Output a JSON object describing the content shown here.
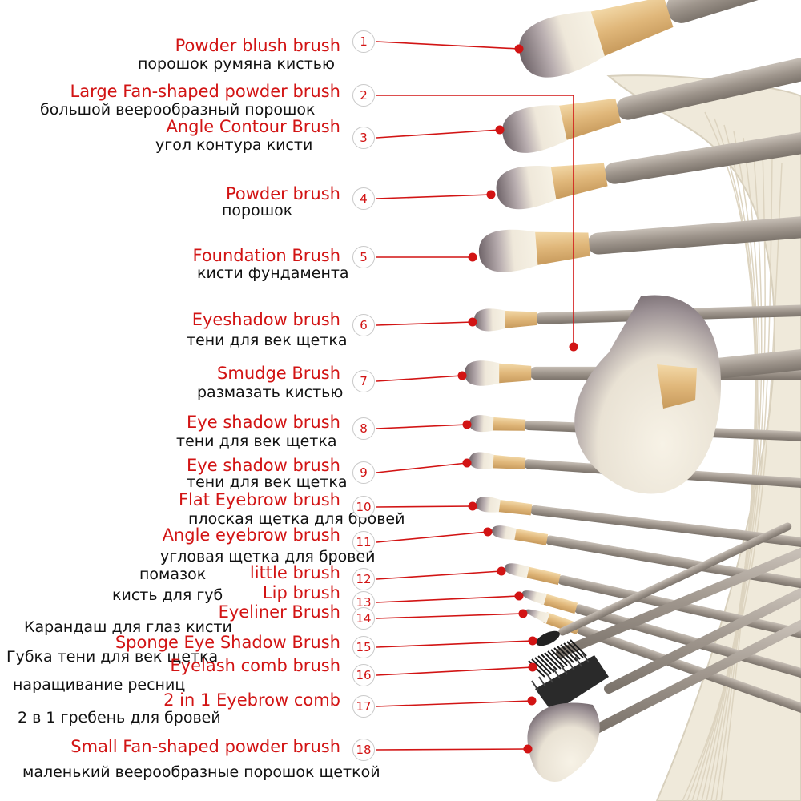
{
  "colors": {
    "label_red": "#d21414",
    "leader_line": "#d21414",
    "handle": "#9c938a",
    "ferrule": "#e6c28a",
    "bristle_tip": "#7a6f74",
    "bristle_base": "#f2ece0",
    "pouch": "#eee8d8"
  },
  "brushes": [
    {
      "number": "1",
      "english": "Powder blush brush",
      "russian": "порошок румяна кистью"
    },
    {
      "number": "2",
      "english": "Large Fan-shaped powder brush",
      "russian": "большой веерообразный порошок"
    },
    {
      "number": "3",
      "english": "Angle Contour Brush",
      "russian": "угол контура кисти"
    },
    {
      "number": "4",
      "english": "Powder brush",
      "russian": "порошок"
    },
    {
      "number": "5",
      "english": "Foundation Brush",
      "russian": "кисти фундамента"
    },
    {
      "number": "6",
      "english": "Eyeshadow brush",
      "russian": "тени для век щетка"
    },
    {
      "number": "7",
      "english": "Smudge Brush",
      "russian": "размазать кистью"
    },
    {
      "number": "8",
      "english": "Eye shadow brush",
      "russian": "тени для век щетка"
    },
    {
      "number": "9",
      "english": "Eye shadow brush",
      "russian": "тени для век щетка"
    },
    {
      "number": "10",
      "english": "Flat Eyebrow brush",
      "russian": "плоская щетка для бровей"
    },
    {
      "number": "11",
      "english": "Angle eyebrow brush",
      "russian": "угловая щетка для бровей"
    },
    {
      "number": "12",
      "english": "little brush",
      "russian": "помазок"
    },
    {
      "number": "13",
      "english": "Lip brush",
      "russian": "кисть для губ"
    },
    {
      "number": "14",
      "english": "Eyeliner Brush",
      "russian": "Карандаш для глаз кисти"
    },
    {
      "number": "15",
      "english": "Sponge Eye Shadow Brush",
      "russian": "Губка тени для век щетка"
    },
    {
      "number": "16",
      "english": "Eyelash comb brush",
      "russian": "наращивание ресниц"
    },
    {
      "number": "17",
      "english": "2 in 1 Eyebrow comb",
      "russian": "2 в 1 гребень для бровей"
    },
    {
      "number": "18",
      "english": "Small Fan-shaped powder brush",
      "russian": "маленький веерообразные порошок щеткой"
    }
  ]
}
